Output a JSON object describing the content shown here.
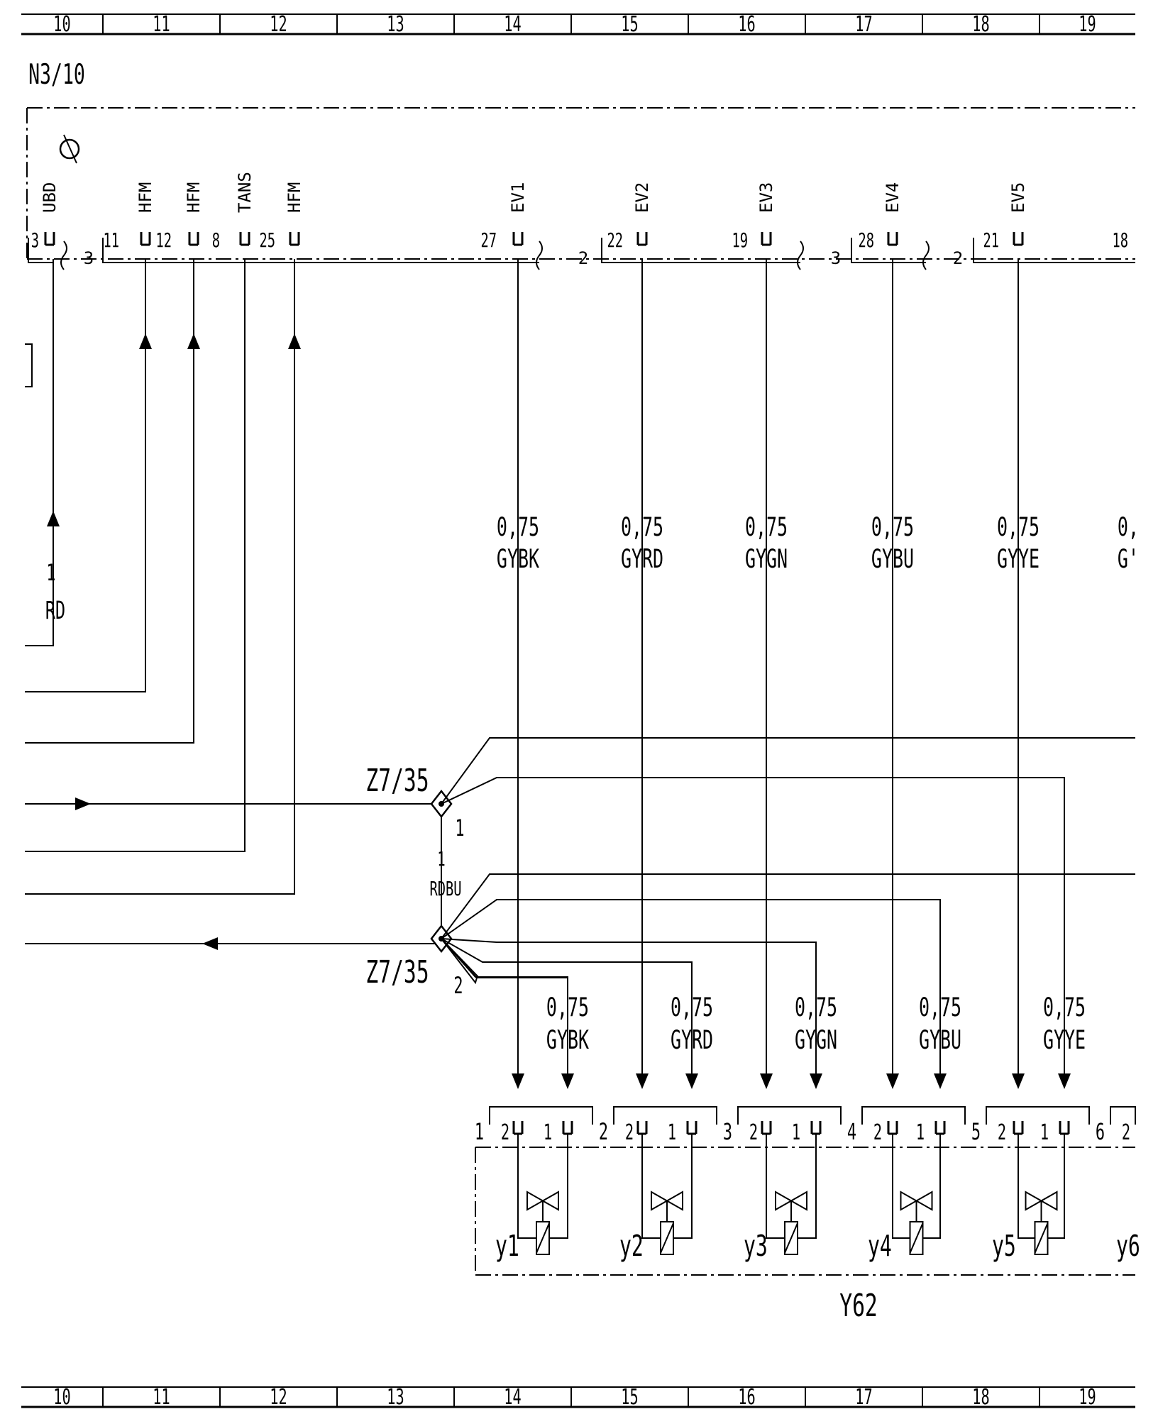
{
  "grid_columns": [
    "10",
    "11",
    "12",
    "13",
    "14",
    "15",
    "16",
    "17",
    "18",
    "19"
  ],
  "control_unit": {
    "label": "N3/10",
    "pin_signals": [
      "UBD",
      "HFM",
      "HFM",
      "TANS",
      "HFM",
      "EV1",
      "EV2",
      "EV3",
      "EV4",
      "EV5"
    ],
    "pin_numbers": [
      "3",
      "11",
      "12",
      "8",
      "25",
      "27",
      "22",
      "19",
      "28",
      "21",
      "18"
    ],
    "connector_labels": [
      "3",
      "2",
      "3",
      "2"
    ]
  },
  "wires": {
    "left_wire": {
      "gauge": "1",
      "color": "RD"
    },
    "upper": [
      {
        "gauge": "0,75",
        "color": "GYBK"
      },
      {
        "gauge": "0,75",
        "color": "GYRD"
      },
      {
        "gauge": "0,75",
        "color": "GYGN"
      },
      {
        "gauge": "0,75",
        "color": "GYBU"
      },
      {
        "gauge": "0,75",
        "color": "GYYE"
      }
    ],
    "upper_cut": {
      "gauge": "0,",
      "color": "G'"
    },
    "lower": [
      {
        "gauge": "0,75",
        "color": "GYBK"
      },
      {
        "gauge": "0,75",
        "color": "GYRD"
      },
      {
        "gauge": "0,75",
        "color": "GYGN"
      },
      {
        "gauge": "0,75",
        "color": "GYBU"
      },
      {
        "gauge": "0,75",
        "color": "GYYE"
      }
    ]
  },
  "splice": {
    "top_label": "Z7/35",
    "top_pin": "1",
    "wire_gauge": "1",
    "wire_color": "RDBU",
    "bottom_label": "Z7/35",
    "bottom_pin": "2"
  },
  "valve_block": {
    "label": "Y62",
    "group_numbers": [
      "1",
      "2",
      "3",
      "4",
      "5",
      "6"
    ],
    "pin_a": "2",
    "pin_b": "1",
    "valves": [
      "y1",
      "y2",
      "y3",
      "y4",
      "y5",
      "y6"
    ]
  }
}
